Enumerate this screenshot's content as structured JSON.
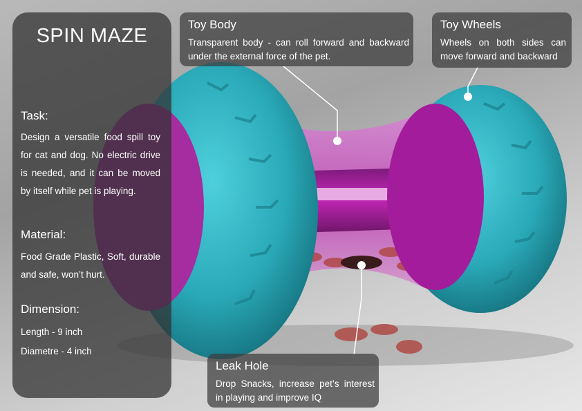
{
  "brand": {
    "name": "SPIN MAZE"
  },
  "task": {
    "title": "Task:",
    "text": "Design a versatile food spill toy for cat and dog. No electric drive is needed, and it can be moved by itself while pet is playing."
  },
  "material": {
    "title": "Material:",
    "text": "Food Grade Plastic, Soft, durable and safe, won’t hurt."
  },
  "dimension": {
    "title": "Dimension:",
    "length": "Length - 9 inch",
    "diameter": "Diametre - 4 inch"
  },
  "callouts": {
    "toy_body": {
      "title": "Toy Body",
      "text": "Transparent body - can roll forward and backward under the external force of the pet."
    },
    "toy_wheels": {
      "title": "Toy Wheels",
      "text": "Wheels on both sides can move forward and backward"
    },
    "leak_hole": {
      "title": "Leak Hole",
      "text": "Drop Snacks, increase pet’s interest in playing and improve IQ"
    }
  },
  "colors": {
    "wheel": "#2fb3c3",
    "body": "#c13fb4",
    "panel": "#3c3c3c"
  }
}
